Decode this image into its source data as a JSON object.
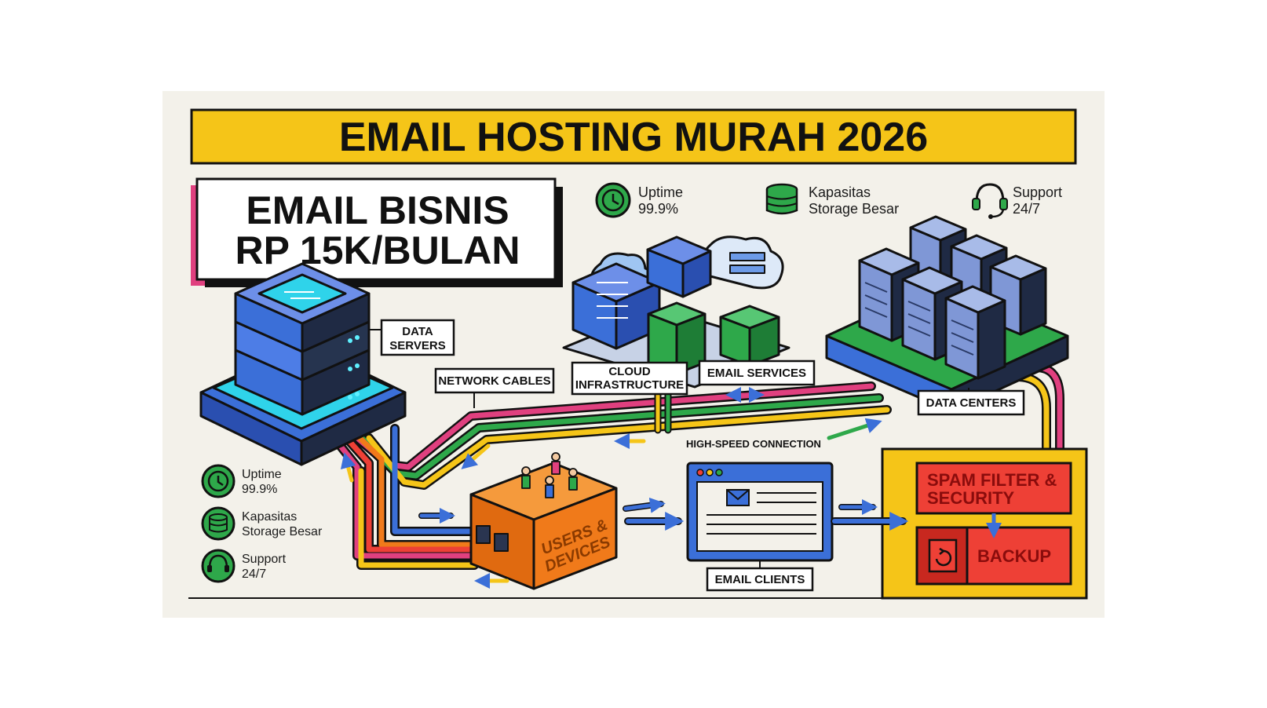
{
  "header": {
    "title": "EMAIL HOSTING MURAH 2026"
  },
  "promo": {
    "line1": "EMAIL BISNIS",
    "line2": "RP 15K/BULAN"
  },
  "features_top": [
    {
      "icon": "clock-icon",
      "line1": "Uptime",
      "line2": "99.9%"
    },
    {
      "icon": "database-icon",
      "line1": "Kapasitas",
      "line2": "Storage Besar"
    },
    {
      "icon": "headset-icon",
      "line1": "Support",
      "line2": "24/7"
    }
  ],
  "features_left": [
    {
      "icon": "clock-icon",
      "line1": "Uptime",
      "line2": "99.9%"
    },
    {
      "icon": "database-icon",
      "line1": "Kapasitas",
      "line2": "Storage Besar"
    },
    {
      "icon": "headset-icon",
      "line1": "Support",
      "line2": "24/7"
    }
  ],
  "labels": {
    "data_servers_1": "DATA",
    "data_servers_2": "SERVERS",
    "network_cables": "NETWORK CABLES",
    "cloud_1": "CLOUD",
    "cloud_2": "INFRASTRUCTURE",
    "email_services": "EMAIL SERVICES",
    "data_centers": "DATA CENTERS",
    "high_speed": "HIGH-SPEED CONNECTION",
    "users_1": "USERS &",
    "users_2": "DEVICES",
    "email_clients": "EMAIL CLIENTS",
    "spam_1": "SPAM FILTER &",
    "spam_2": "SECURITY",
    "backup": "BACKUP"
  },
  "colors": {
    "background": "#f3f1ea",
    "yellow": "#f5c518",
    "pink": "#e0407f",
    "green": "#2ea84a",
    "blue": "#3b6fd8",
    "orange": "#f07a1a",
    "red": "#ee4036",
    "navy": "#2a3550"
  }
}
